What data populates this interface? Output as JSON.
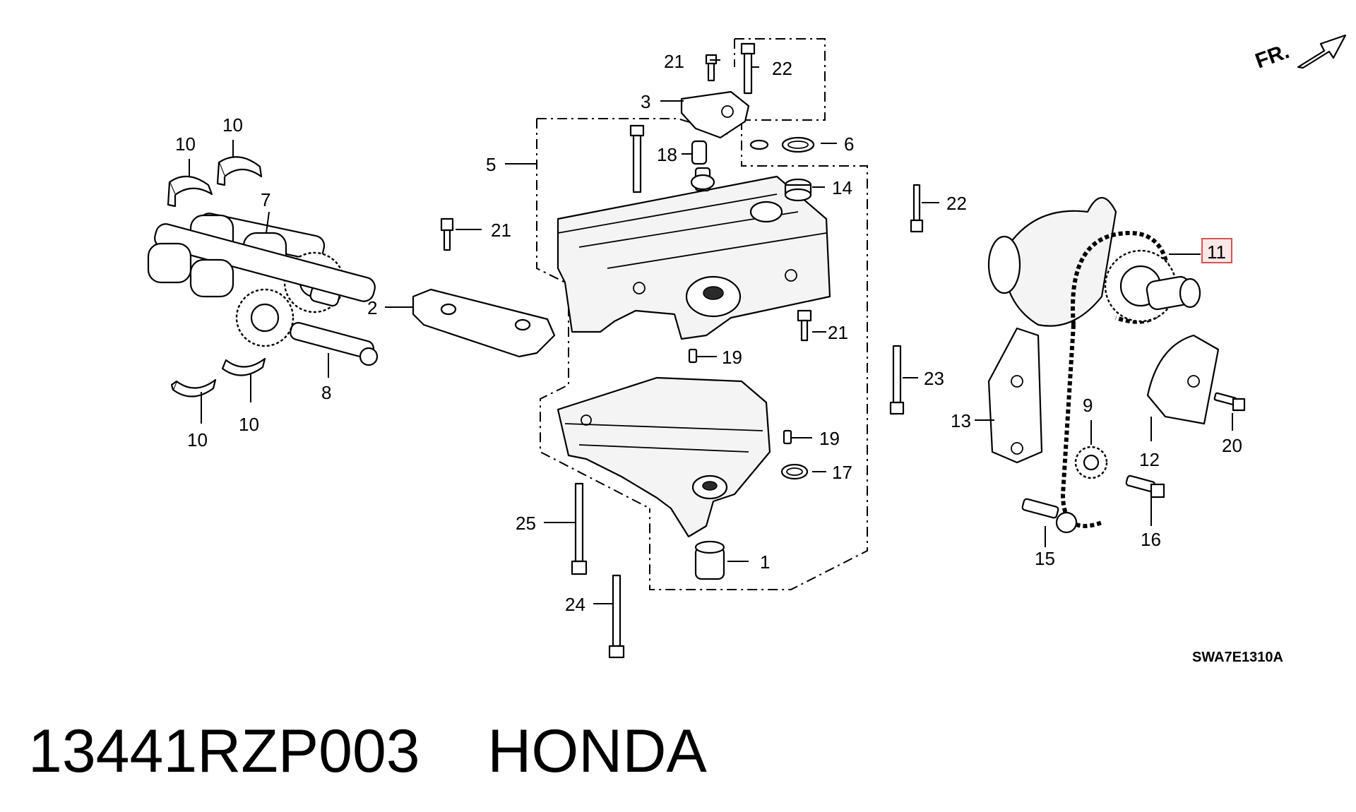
{
  "footer": {
    "part_number": "13441RZP003",
    "brand": "HONDA"
  },
  "direction_label": "FR.",
  "diagram_code": "SWA7E1310A",
  "highlight_color": "#d9534f",
  "callouts": {
    "c1": "1",
    "c2": "2",
    "c3": "3",
    "c5": "5",
    "c6": "6",
    "c7": "7",
    "c8": "8",
    "c9": "9",
    "c10a": "10",
    "c10b": "10",
    "c10c": "10",
    "c10d": "10",
    "c11": "11",
    "c12": "12",
    "c13": "13",
    "c14": "14",
    "c15": "15",
    "c16": "16",
    "c17": "17",
    "c18": "18",
    "c19a": "19",
    "c19b": "19",
    "c20": "20",
    "c21a": "21",
    "c21b": "21",
    "c21c": "21",
    "c22a": "22",
    "c22b": "22",
    "c23": "23",
    "c24": "24",
    "c25": "25"
  }
}
